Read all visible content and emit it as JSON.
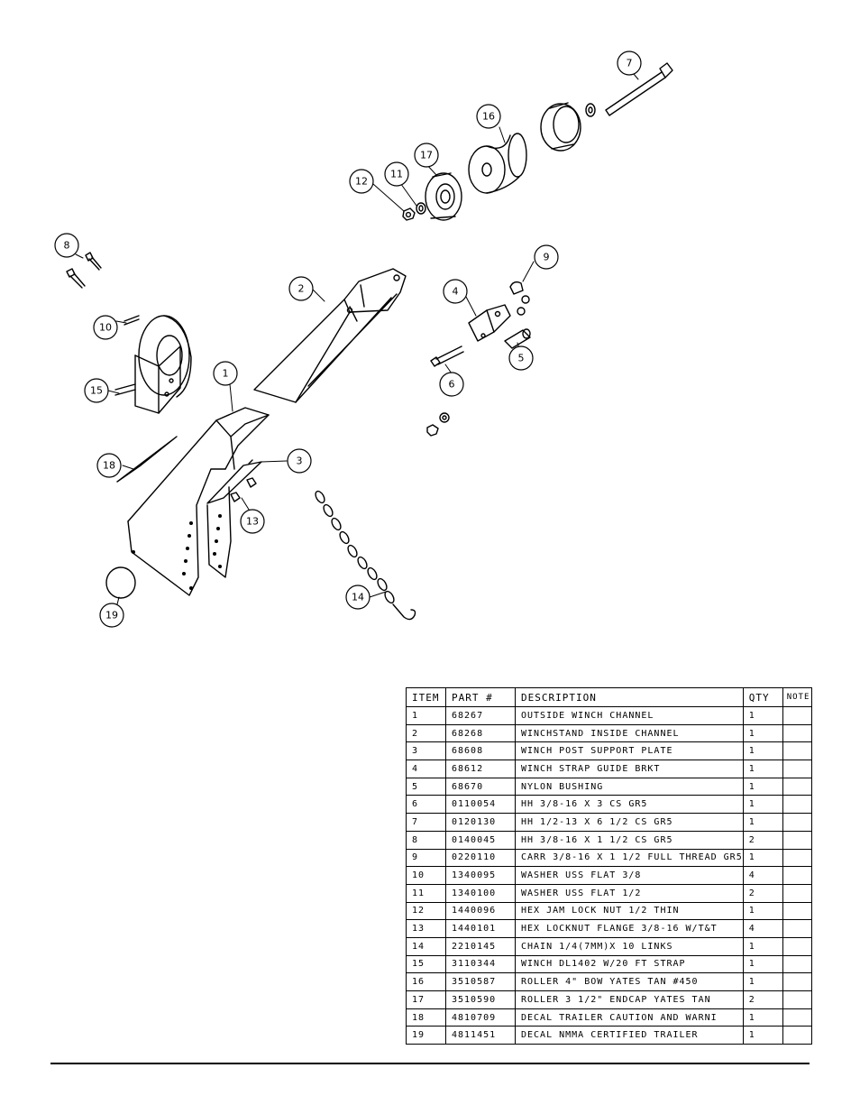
{
  "callouts": [
    "1",
    "2",
    "3",
    "4",
    "5",
    "6",
    "7",
    "8",
    "9",
    "10",
    "11",
    "12",
    "13",
    "14",
    "15",
    "16",
    "17",
    "18",
    "19"
  ],
  "table": {
    "headers": {
      "item": "ITEM",
      "part": "PART #",
      "desc": "DESCRIPTION",
      "qty": "QTY",
      "note": "NOTE"
    },
    "rows": [
      {
        "item": "1",
        "part": "68267",
        "desc": "OUTSIDE WINCH CHANNEL",
        "qty": "1",
        "note": ""
      },
      {
        "item": "2",
        "part": "68268",
        "desc": "WINCHSTAND   INSIDE CHANNEL",
        "qty": "1",
        "note": ""
      },
      {
        "item": "3",
        "part": "68608",
        "desc": "WINCH POST SUPPORT PLATE",
        "qty": "1",
        "note": ""
      },
      {
        "item": "4",
        "part": "68612",
        "desc": "WINCH STRAP GUIDE BRKT",
        "qty": "1",
        "note": ""
      },
      {
        "item": "5",
        "part": "68670",
        "desc": "NYLON BUSHING",
        "qty": "1",
        "note": ""
      },
      {
        "item": "6",
        "part": "0110054",
        "desc": "HH 3/8-16 X 3 CS GR5",
        "qty": "1",
        "note": ""
      },
      {
        "item": "7",
        "part": "0120130",
        "desc": "HH 1/2-13 X 6 1/2 CS GR5",
        "qty": "1",
        "note": ""
      },
      {
        "item": "8",
        "part": "0140045",
        "desc": "HH 3/8-16 X 1 1/2 CS GR5",
        "qty": "2",
        "note": ""
      },
      {
        "item": "9",
        "part": "0220110",
        "desc": "CARR 3/8-16 X 1 1/2 FULL THREAD GR5",
        "qty": "1",
        "note": ""
      },
      {
        "item": "10",
        "part": "1340095",
        "desc": "WASHER USS FLAT 3/8",
        "qty": "4",
        "note": ""
      },
      {
        "item": "11",
        "part": "1340100",
        "desc": "WASHER USS FLAT 1/2",
        "qty": "2",
        "note": ""
      },
      {
        "item": "12",
        "part": "1440096",
        "desc": "HEX JAM LOCK NUT 1/2 THIN",
        "qty": "1",
        "note": ""
      },
      {
        "item": "13",
        "part": "1440101",
        "desc": "HEX LOCKNUT FLANGE 3/8-16 W/T&T",
        "qty": "4",
        "note": ""
      },
      {
        "item": "14",
        "part": "2210145",
        "desc": "CHAIN 1/4(7MM)X 10 LINKS",
        "qty": "1",
        "note": ""
      },
      {
        "item": "15",
        "part": "3110344",
        "desc": "WINCH DL1402 W/20 FT STRAP",
        "qty": "1",
        "note": ""
      },
      {
        "item": "16",
        "part": "3510587",
        "desc": "ROLLER 4\" BOW YATES TAN #450",
        "qty": "1",
        "note": ""
      },
      {
        "item": "17",
        "part": "3510590",
        "desc": "ROLLER 3 1/2\" ENDCAP YATES TAN",
        "qty": "2",
        "note": ""
      },
      {
        "item": "18",
        "part": "4810709",
        "desc": "DECAL TRAILER CAUTION AND WARNI",
        "qty": "1",
        "note": ""
      },
      {
        "item": "19",
        "part": "4811451",
        "desc": " DECAL NMMA CERTIFIED TRAILER",
        "qty": "1",
        "note": ""
      }
    ]
  }
}
